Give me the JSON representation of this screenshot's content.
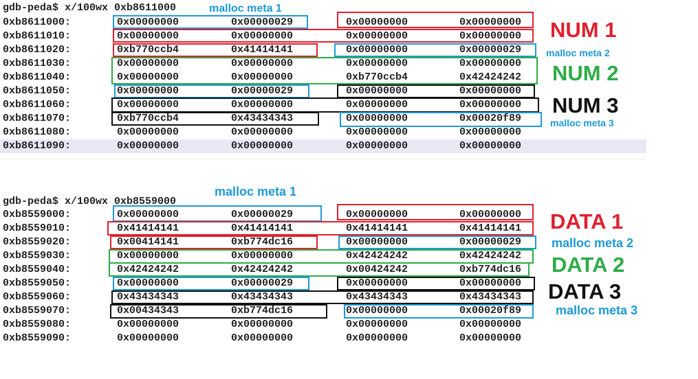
{
  "dumps": [
    {
      "prompt": "gdb-peda$ x/100wx 0xb8611000",
      "title_label": "malloc meta 1",
      "rows": [
        {
          "addr": "0xb8611000:",
          "w": [
            "0x00000000",
            "0x00000029",
            "0x00000000",
            "0x00000000"
          ]
        },
        {
          "addr": "0xb8611010:",
          "w": [
            "0x00000000",
            "0x00000000",
            "0x00000000",
            "0x00000000"
          ]
        },
        {
          "addr": "0xb8611020:",
          "w": [
            "0xb770ccb4",
            "0x41414141",
            "0x00000000",
            "0x00000029"
          ]
        },
        {
          "addr": "0xb8611030:",
          "w": [
            "0x00000000",
            "0x00000000",
            "0x00000000",
            "0x00000000"
          ]
        },
        {
          "addr": "0xb8611040:",
          "w": [
            "0x00000000",
            "0x00000000",
            "0xb770ccb4",
            "0x42424242"
          ]
        },
        {
          "addr": "0xb8611050:",
          "w": [
            "0x00000000",
            "0x00000029",
            "0x00000000",
            "0x00000000"
          ]
        },
        {
          "addr": "0xb8611060:",
          "w": [
            "0x00000000",
            "0x00000000",
            "0x00000000",
            "0x00000000"
          ]
        },
        {
          "addr": "0xb8611070:",
          "w": [
            "0xb770ccb4",
            "0x43434343",
            "0x00000000",
            "0x00020f89"
          ]
        },
        {
          "addr": "0xb8611080:",
          "w": [
            "0x00000000",
            "0x00000000",
            "0x00000000",
            "0x00000000"
          ]
        },
        {
          "addr": "0xb8611090:",
          "w": [
            "0x00000000",
            "0x00000000",
            "0x00000000",
            "0x00000000"
          ]
        }
      ],
      "labels": {
        "chunk1": "NUM 1",
        "meta2": "malloc meta 2",
        "chunk2": "NUM 2",
        "chunk3": "NUM 3",
        "meta3": "malloc meta 3"
      }
    },
    {
      "prompt": "gdb-peda$ x/100wx 0xb8559000",
      "title_label": "malloc meta 1",
      "rows": [
        {
          "addr": "0xb8559000:",
          "w": [
            "0x00000000",
            "0x00000029",
            "0x00000000",
            "0x00000000"
          ]
        },
        {
          "addr": "0xb8559010:",
          "w": [
            "0x41414141",
            "0x41414141",
            "0x41414141",
            "0x41414141"
          ]
        },
        {
          "addr": "0xb8559020:",
          "w": [
            "0x00414141",
            "0xb774dc16",
            "0x00000000",
            "0x00000029"
          ]
        },
        {
          "addr": "0xb8559030:",
          "w": [
            "0x00000000",
            "0x00000000",
            "0x42424242",
            "0x42424242"
          ]
        },
        {
          "addr": "0xb8559040:",
          "w": [
            "0x42424242",
            "0x42424242",
            "0x00424242",
            "0xb774dc16"
          ]
        },
        {
          "addr": "0xb8559050:",
          "w": [
            "0x00000000",
            "0x00000029",
            "0x00000000",
            "0x00000000"
          ]
        },
        {
          "addr": "0xb8559060:",
          "w": [
            "0x43434343",
            "0x43434343",
            "0x43434343",
            "0x43434343"
          ]
        },
        {
          "addr": "0xb8559070:",
          "w": [
            "0x00434343",
            "0xb774dc16",
            "0x00000000",
            "0x00020f89"
          ]
        },
        {
          "addr": "0xb8559080:",
          "w": [
            "0x00000000",
            "0x00000000",
            "0x00000000",
            "0x00000000"
          ]
        },
        {
          "addr": "0xb8559090:",
          "w": [
            "0x00000000",
            "0x00000000",
            "0x00000000",
            "0x00000000"
          ]
        }
      ],
      "labels": {
        "chunk1": "DATA 1",
        "meta2": "malloc meta 2",
        "chunk2": "DATA 2",
        "chunk3": "DATA 3",
        "meta3": "malloc meta 3"
      }
    }
  ],
  "colors": {
    "red": "#e0202e",
    "blue": "#1e9ad6",
    "green": "#2fac48",
    "black": "#111111"
  }
}
